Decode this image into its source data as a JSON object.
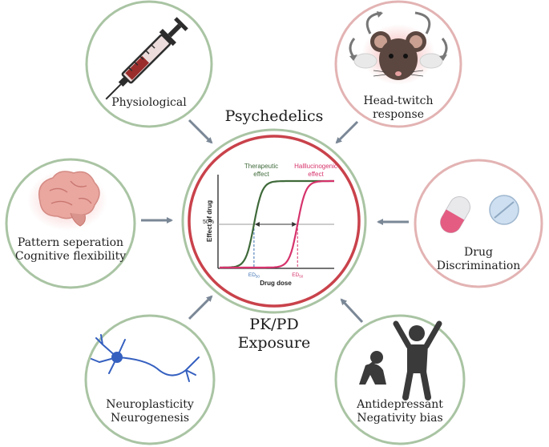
{
  "center": {
    "title_top": "Psychedelics",
    "title_bottom_line1": "PK/PD",
    "title_bottom_line2": "Exposure"
  },
  "nodes": {
    "physiological": {
      "label": "Physiological"
    },
    "head_twitch": {
      "line1": "Head-twitch",
      "line2": "response"
    },
    "drug_discrimination": {
      "line1": "Drug",
      "line2": "Discrimination"
    },
    "pattern_separation": {
      "line1": "Pattern seperation",
      "line2": "Cognitive flexibility"
    },
    "neuroplasticity": {
      "line1": "Neuroplasticity",
      "line2": "Neurogenesis"
    },
    "antidepressant": {
      "line1": "Antidepressant",
      "line2": "Negativity bias"
    }
  },
  "colors": {
    "node_ring": "#a9c4a3",
    "center_outer_ring": "#a9c4a3",
    "center_inner_ring": "#c9424b",
    "arrow": "#7a8796",
    "therapeutic_curve": "#3f6a3a",
    "hallucinogenic_curve": "#d6336c",
    "ed50_therapeutic": "#3b6fb0",
    "ed50_hallucinogenic": "#d6336c"
  },
  "chart_data": {
    "type": "line",
    "xlabel": "Drug dose",
    "ylabel": "Effect of drug",
    "y_tick": "50%",
    "series": [
      {
        "name": "Therapeutic effect",
        "label_line1": "Therapeutic",
        "label_line2": "effect",
        "ed50_label": "ED50",
        "ed50_main": "ED",
        "ed50_sub": "50",
        "ed50": 0.3,
        "slope": 28
      },
      {
        "name": "Hallucinogenic effect",
        "label_line1": "Halllucinogenic",
        "label_line2": "effect",
        "ed50_label": "ED50",
        "ed50_main": "ED",
        "ed50_sub": "50",
        "ed50": 0.68,
        "slope": 28
      }
    ],
    "xlim": [
      0,
      1
    ],
    "ylim": [
      0,
      1
    ],
    "threshold": 0.5
  }
}
